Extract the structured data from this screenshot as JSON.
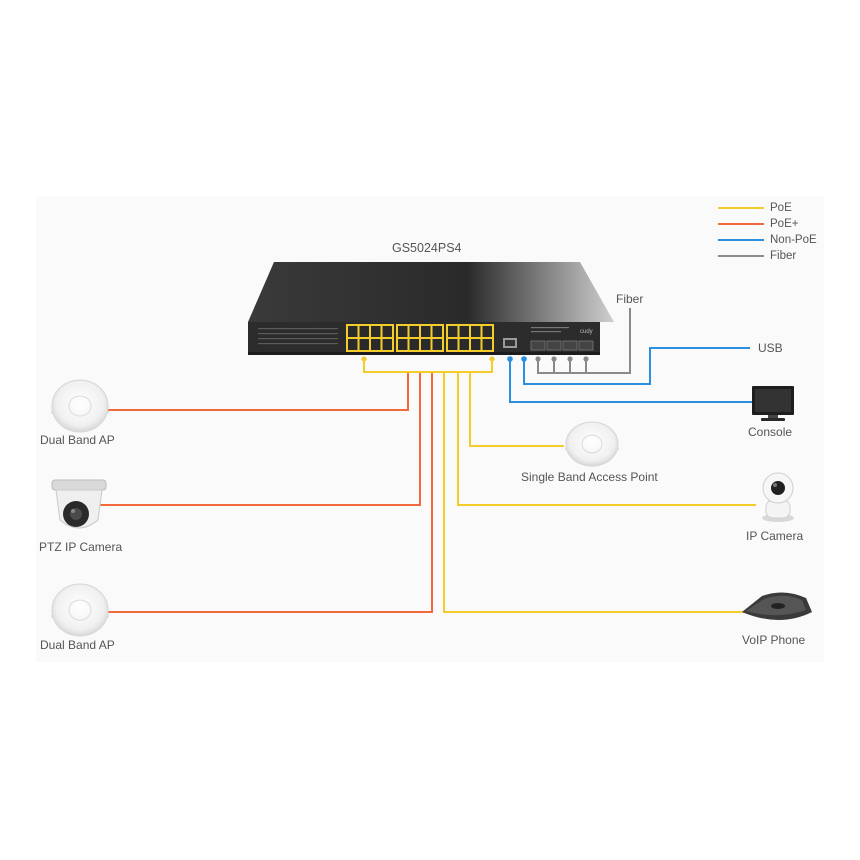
{
  "title": "GS5024PS4",
  "colors": {
    "poe": "#f5cd2a",
    "poe_plus": "#f26a3b",
    "non_poe": "#2b8fe0",
    "fiber": "#8a8a8a"
  },
  "legend": [
    {
      "label": "PoE",
      "color": "#f5cd2a"
    },
    {
      "label": "PoE+",
      "color": "#f26a3b"
    },
    {
      "label": "Non-PoE",
      "color": "#2b8fe0"
    },
    {
      "label": "Fiber",
      "color": "#8a8a8a"
    }
  ],
  "devices": {
    "ap_top": "Dual Band AP",
    "ptz_camera": "PTZ IP Camera",
    "ap_bottom": "Dual Band AP",
    "single_band_ap": "Single Band Access Point",
    "ip_camera": "IP Camera",
    "voip_phone": "VoIP Phone",
    "console": "Console"
  },
  "links": {
    "fiber": "Fiber",
    "usb": "USB"
  },
  "switch_brand": "cudy"
}
